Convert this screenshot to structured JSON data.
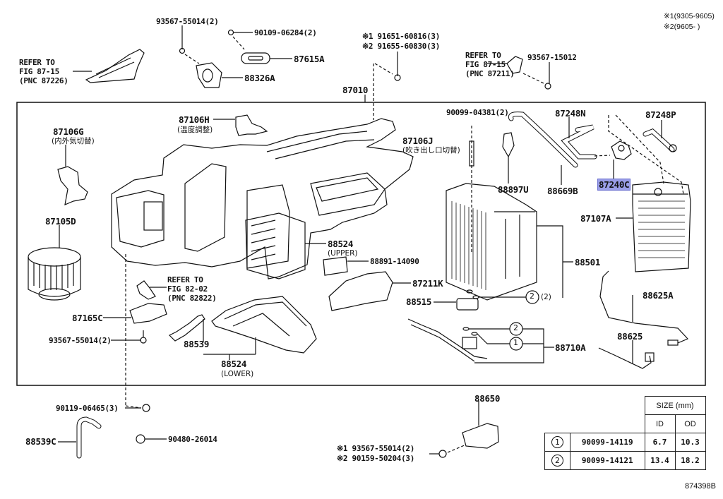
{
  "diagram": {
    "figure_number": "874398B",
    "legend": [
      {
        "mark": "※1",
        "range": "(9305-9605)"
      },
      {
        "mark": "※2",
        "range": "(9605-      )"
      }
    ],
    "highlighted_part": "87240C",
    "parts": {
      "p93567_55014_top": "93567-55014(2)",
      "p90109_06284": "90109-06284(2)",
      "p87615A": "87615A",
      "p88326A": "88326A",
      "refer_87226": {
        "line1": "REFER TO",
        "line2": "FIG 87-15",
        "line3": "(PNC 87226)"
      },
      "p91651": "※1 91651-60816(3)",
      "p91655": "※2 91655-60830(3)",
      "refer_87211": {
        "line1": "REFER TO",
        "line2": "FIG 87-15",
        "line3": "(PNC 87211)"
      },
      "p93567_15012": "93567-15012",
      "p87010": "87010",
      "p87106H": "87106H",
      "p87106H_sub": "(温度調整)",
      "p87106G": "87106G",
      "p87106G_sub": "(内外気切替)",
      "p87106J": "87106J",
      "p87106J_sub": "(吹き出し口切替)",
      "p90099_04381": "90099-04381(2)",
      "p87248N": "87248N",
      "p87248P": "87248P",
      "p88897U": "88897U",
      "p88669B": "88669B",
      "p87240C": "87240C",
      "p87107A": "87107A",
      "p87105D": "87105D",
      "p88524_upper": "88524",
      "p88524_upper_sub": "(UPPER)",
      "p88891_14090": "88891-14090",
      "p88501": "88501",
      "refer_82822": {
        "line1": "REFER TO",
        "line2": "FIG 82-02",
        "line3": "(PNC 82822)"
      },
      "p87211K": "87211K",
      "p88515": "88515",
      "p88515_qty": "(2)",
      "p88625A": "88625A",
      "p87165C": "87165C",
      "p93567_55014_mid": "93567-55014(2)",
      "p88539": "88539",
      "p88524_lower": "88524",
      "p88524_lower_sub": "(LOWER)",
      "p88710A": "88710A",
      "p88625": "88625",
      "p90119_06465": "90119-06465(3)",
      "p88650": "88650",
      "p88539C": "88539C",
      "p90480_26014": "90480-26014",
      "p93567_55014_bot": "※1 93567-55014(2)",
      "p90159_50204": "※2 90159-50204(3)"
    },
    "callouts": {
      "c1": "1",
      "c2": "2"
    },
    "size_table": {
      "header": "SIZE (mm)",
      "col_id": "ID",
      "col_od": "OD",
      "rows": [
        {
          "mark": "1",
          "part": "90099-14119",
          "id": "6.7",
          "od": "10.3"
        },
        {
          "mark": "2",
          "part": "90099-14121",
          "id": "13.4",
          "od": "18.2"
        }
      ]
    }
  }
}
